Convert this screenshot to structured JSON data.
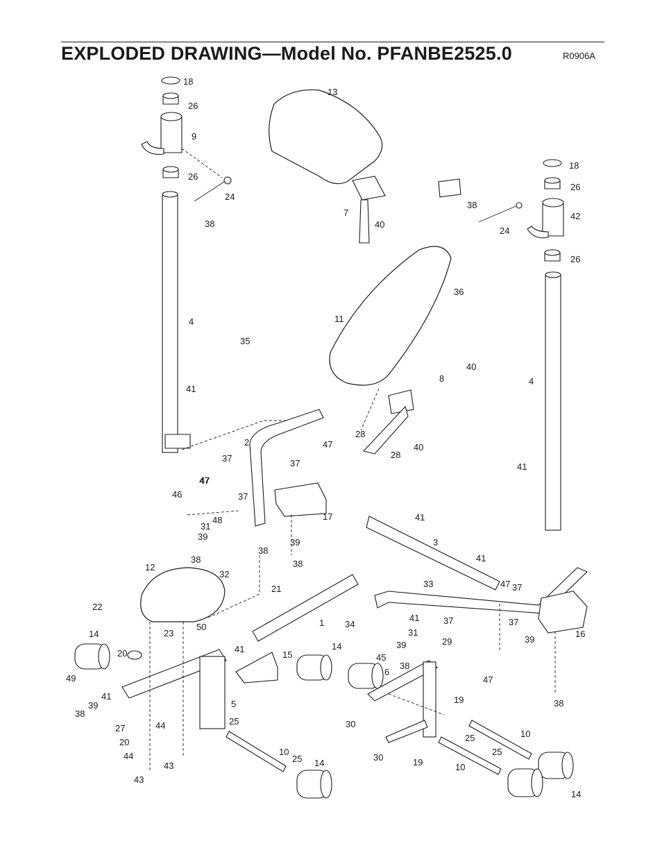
{
  "header": {
    "title": "EXPLODED DRAWING—Model No. PFANBE2525.0",
    "code": "R0906A"
  },
  "callouts": [
    "18",
    "26",
    "9",
    "26",
    "24",
    "38",
    "4",
    "41",
    "46",
    "47",
    "35",
    "13",
    "7",
    "40",
    "18",
    "26",
    "38",
    "42",
    "24",
    "26",
    "36",
    "11",
    "40",
    "8",
    "4",
    "28",
    "28",
    "40",
    "2",
    "47",
    "37",
    "47",
    "37",
    "37",
    "41",
    "17",
    "31",
    "39",
    "38",
    "48",
    "39",
    "38",
    "12",
    "38",
    "32",
    "21",
    "22",
    "23",
    "50",
    "14",
    "20",
    "41",
    "15",
    "49",
    "39",
    "41",
    "38",
    "27",
    "20",
    "44",
    "43",
    "44",
    "43",
    "5",
    "25",
    "10",
    "25",
    "14",
    "1",
    "3",
    "41",
    "41",
    "33",
    "47",
    "37",
    "34",
    "41",
    "31",
    "45",
    "39",
    "38",
    "29",
    "14",
    "6",
    "37",
    "37",
    "16",
    "39",
    "47",
    "38",
    "30",
    "19",
    "30",
    "25",
    "19",
    "10",
    "25",
    "10",
    "14"
  ]
}
